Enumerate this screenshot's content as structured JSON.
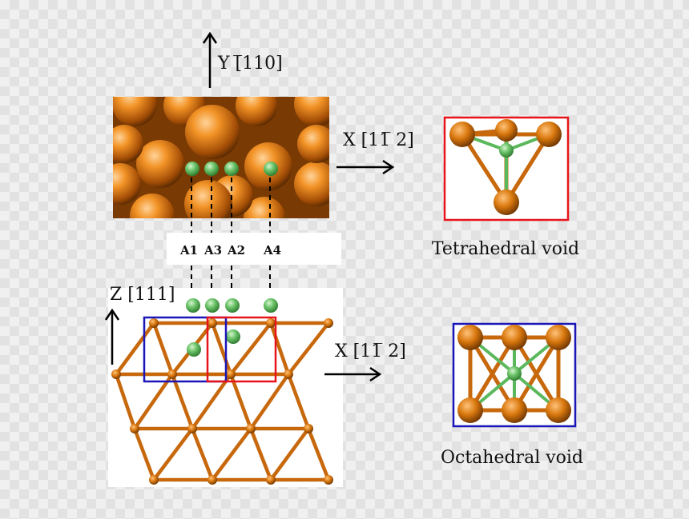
{
  "top_view": {
    "axis_y_label": "Y [̅110]",
    "axis_x_label": "X [11̅ 2]"
  },
  "sites": [
    "A1",
    "A3",
    "A2",
    "A4"
  ],
  "side_view": {
    "axis_z_label": "Z [111]",
    "axis_x_label": "X [11̅ 2]"
  },
  "voids": {
    "tetrahedral": {
      "caption": "Tetrahedral void",
      "frame_color": "#e8141c"
    },
    "octahedral": {
      "caption": "Octahedral void",
      "frame_color": "#1a16b8"
    }
  },
  "colors": {
    "copper": "#d9780e",
    "hydrogen": "#5cb85c"
  }
}
